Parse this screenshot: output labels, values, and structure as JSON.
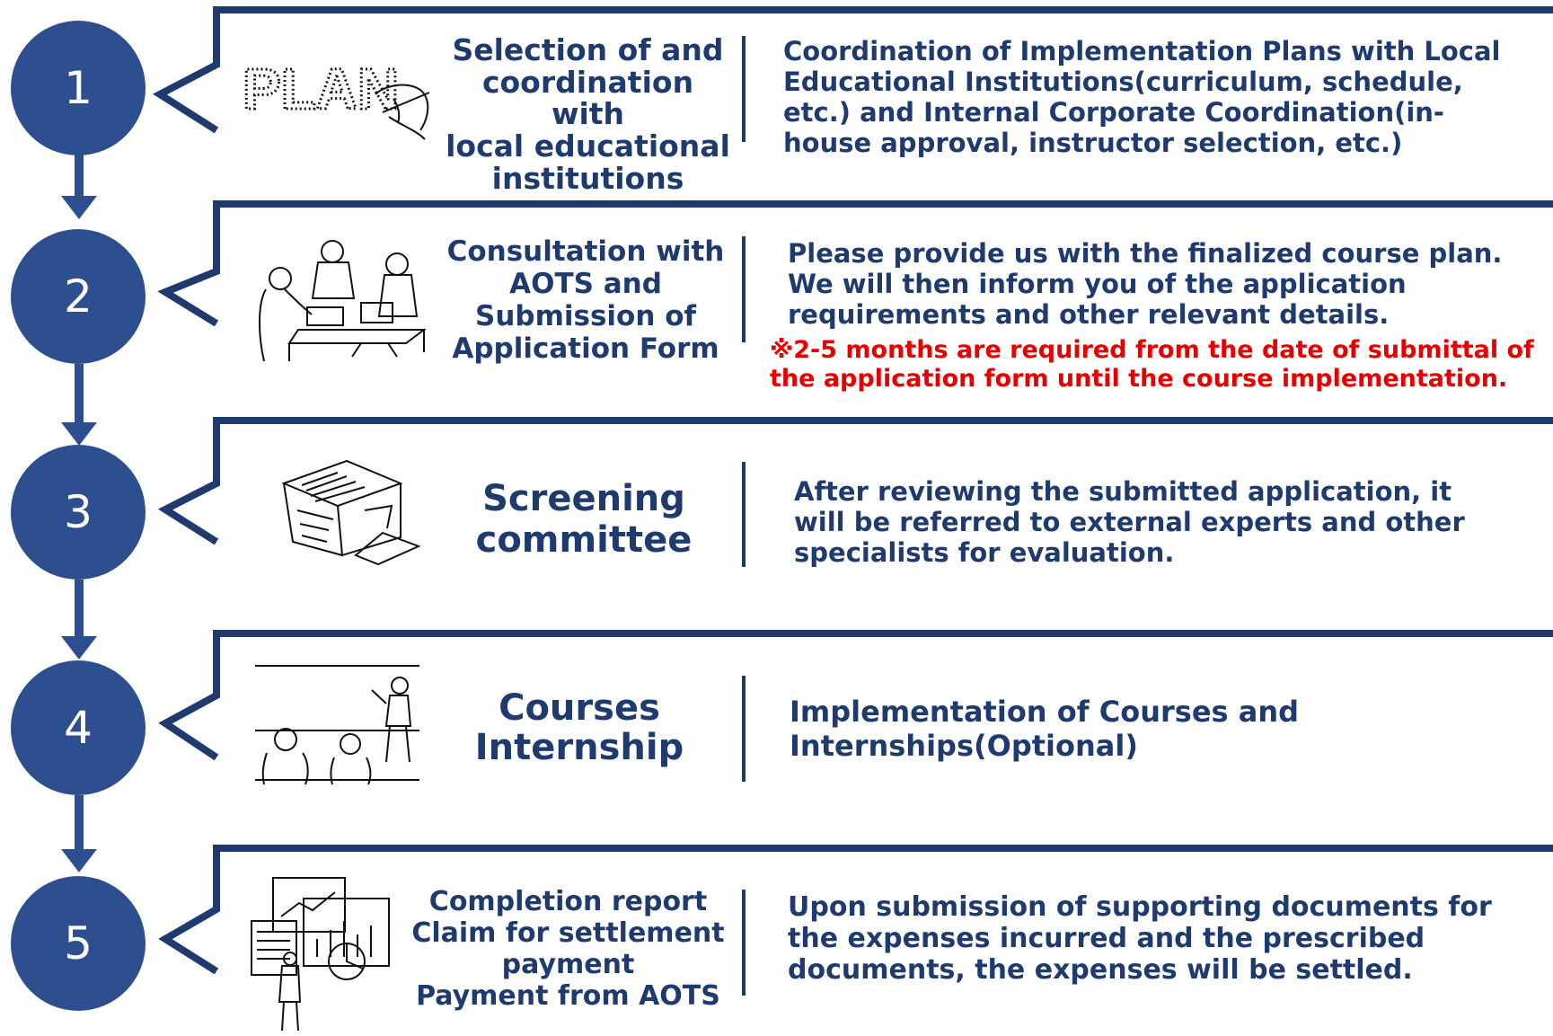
{
  "colors": {
    "primary": "#2e4f8f",
    "text": "#1f3a6e",
    "note": "#e60000"
  },
  "steps": [
    {
      "number": "1",
      "illustration": "plan-sketch-icon",
      "illustration_text": "PLAN",
      "title_lines": [
        "Selection of and",
        "coordination with",
        "local educational",
        "institutions"
      ],
      "desc_lines": [
        "Coordination of Implementation Plans with Local",
        "Educational Institutions(curriculum, schedule,",
        "etc.) and Internal Corporate Coordination(in-",
        "house approval, instructor selection, etc.)"
      ]
    },
    {
      "number": "2",
      "illustration": "meeting-people-icon",
      "title_lines": [
        "Consultation with",
        "AOTS and",
        "Submission of",
        "Application Form"
      ],
      "desc_lines": [
        "Please provide us with the finalized course plan.",
        "We will then inform you of the application",
        "requirements and other relevant details."
      ],
      "note_lines": [
        "※2-5 months are required from the date of submittal of",
        "the application form until the course implementation."
      ]
    },
    {
      "number": "3",
      "illustration": "paper-stack-icon",
      "title_lines": [
        "Screening",
        "committee"
      ],
      "desc_lines": [
        "After reviewing the submitted application, it",
        "will be referred to external experts and other",
        "specialists for evaluation."
      ]
    },
    {
      "number": "4",
      "illustration": "classroom-icon",
      "title_lines": [
        "Courses",
        "Internship"
      ],
      "desc_lines": [
        "Implementation of Courses and",
        "Internships(Optional)"
      ]
    },
    {
      "number": "5",
      "illustration": "report-charts-icon",
      "title_lines": [
        "Completion report",
        "Claim for settlement",
        "payment",
        "Payment from AOTS"
      ],
      "desc_lines": [
        "Upon submission of supporting documents for",
        "the expenses incurred and the prescribed",
        "documents, the expenses will be settled."
      ]
    }
  ]
}
